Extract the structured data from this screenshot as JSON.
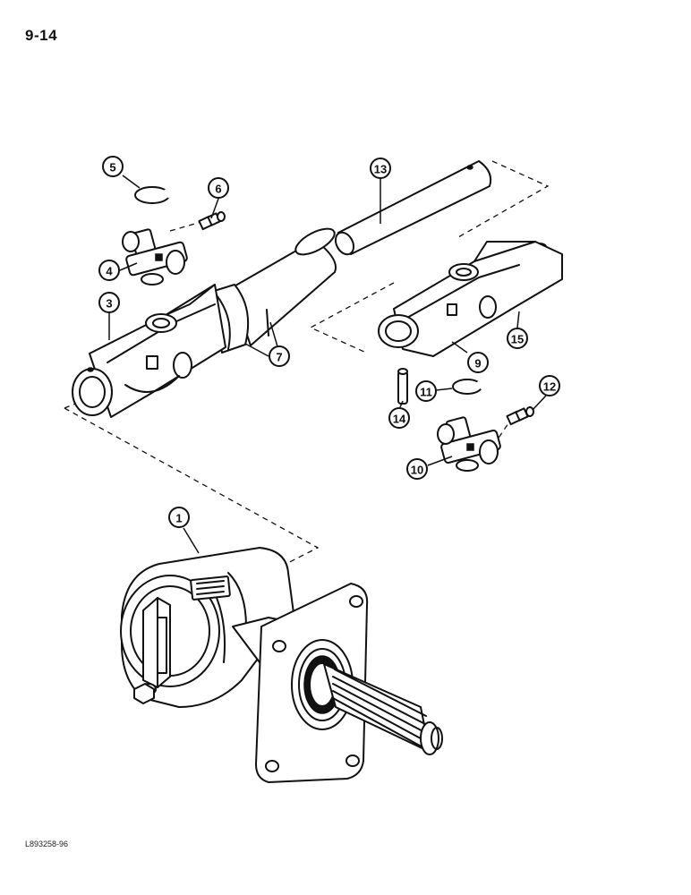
{
  "page": {
    "number": "9-14",
    "figure_code": "L893258-96"
  },
  "callouts": [
    {
      "id": "1",
      "label": "1"
    },
    {
      "id": "3",
      "label": "3"
    },
    {
      "id": "4",
      "label": "4"
    },
    {
      "id": "5",
      "label": "5"
    },
    {
      "id": "6",
      "label": "6"
    },
    {
      "id": "7",
      "label": "7"
    },
    {
      "id": "9",
      "label": "9"
    },
    {
      "id": "10",
      "label": "10"
    },
    {
      "id": "11",
      "label": "11"
    },
    {
      "id": "12",
      "label": "12"
    },
    {
      "id": "13",
      "label": "13"
    },
    {
      "id": "14",
      "label": "14"
    },
    {
      "id": "15",
      "label": "15"
    }
  ]
}
